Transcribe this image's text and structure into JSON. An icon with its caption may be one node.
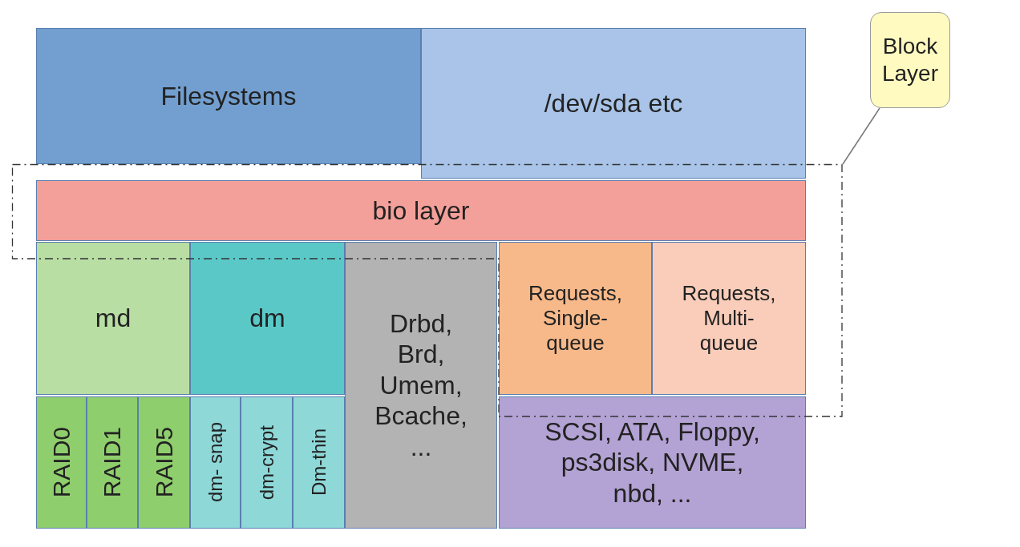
{
  "diagram": {
    "nodes": [
      {
        "text": [
          "Filesystems"
        ]
      },
      {
        "text": [
          "/dev/sda etc"
        ]
      },
      {
        "text": [
          "Block Layer"
        ]
      },
      {
        "text": [],
        "shape": "box"
      },
      {
        "text": [
          "bio layer"
        ],
        "in": 3
      },
      {
        "text": [
          "md"
        ]
      },
      {
        "text": [
          "dm"
        ]
      },
      {
        "text": [
          "Drbd, Brd, Umem, Bcache, ..."
        ]
      },
      {
        "text": [
          "Requests, Single-queue"
        ],
        "in": 3
      },
      {
        "text": [
          "Requests, Multi-queue"
        ],
        "in": 3
      },
      {
        "text": [
          "RAID0"
        ]
      },
      {
        "text": [
          "RAID1"
        ]
      },
      {
        "text": [
          "RAID5"
        ]
      },
      {
        "text": [
          "dm- snap"
        ]
      },
      {
        "text": [
          "dm-crypt"
        ]
      },
      {
        "text": [
          "Dm-thin"
        ]
      },
      {
        "text": [
          "SCSI, ATA, Floppy, ps3disk, NVME, nbd, ..."
        ]
      }
    ],
    "edges": [
      {
        "from": 2,
        "to": 3,
        "arrow": "none"
      }
    ]
  }
}
